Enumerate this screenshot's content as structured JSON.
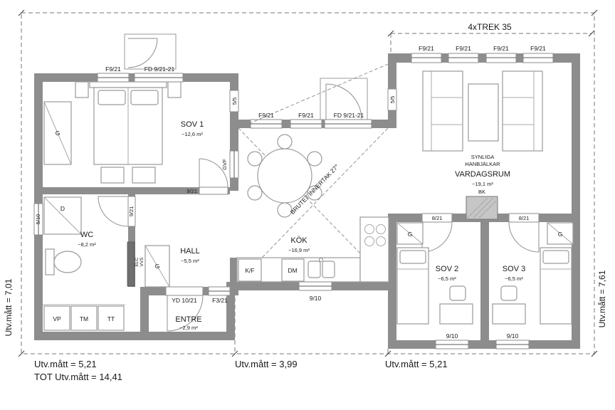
{
  "dims": {
    "top_trek": "4xTREK 35",
    "left": "Utv.mått = 7,01",
    "right": "Utv.mått = 7,61",
    "bottom_left": "Utv.mått = 5,21",
    "bottom_total": "TOT Utv.mått = 14,41",
    "bottom_center": "Utv.mått = 3,99",
    "bottom_right": "Utv.mått = 5,21"
  },
  "rooms": {
    "sov1": {
      "name": "SOV 1",
      "area": "~12,6 m²"
    },
    "wc": {
      "name": "WC",
      "area": "~8,2 m²"
    },
    "hall": {
      "name": "HALL",
      "area": "~5,5 m²"
    },
    "kok": {
      "name": "KÖK",
      "area": "~16,9 m²"
    },
    "vardagsrum": {
      "name": "VARDAGSRUM",
      "area": "~19,1 m²",
      "note1": "SYNLIGA",
      "note2": "HANBJÄLKAR"
    },
    "sov2": {
      "name": "SOV 2",
      "area": "~6,5 m²"
    },
    "sov3": {
      "name": "SOV 3",
      "area": "~6,5 m²"
    },
    "entre": {
      "name": "ENTRE",
      "area": "~2,9 m²"
    }
  },
  "windows": {
    "left_top": [
      "F9/21",
      "FD 9/21-21"
    ],
    "center_top": [
      "F9/21",
      "F9/21",
      "FD 9/21-21"
    ],
    "right_top": [
      "F9/21",
      "F9/21",
      "F9/21",
      "F9/21"
    ],
    "left_side": "5/10",
    "sov1_gvf": "GVF",
    "kitchen_bottom": "9/10",
    "sov2_bottom": "9/10",
    "sov3_bottom": "9/10",
    "entre_window": "F3/21",
    "entry_door": "YD 10/21"
  },
  "doors": {
    "sov1": "9/21",
    "wc": "9/21",
    "sov2": "8/21",
    "sov3": "8/21"
  },
  "marks": {
    "left_55": "5/5",
    "right_55": "5/5",
    "ceiling": "BRUTET INNERTAK 27°",
    "bk": "BK"
  },
  "fixtures": {
    "wardrobe": "G",
    "shower": "D",
    "fridge": "K/F",
    "dishwasher": "DM",
    "vp": "VP",
    "tm": "TM",
    "tt": "TT",
    "elc": "ELC",
    "vvs": "VVS"
  },
  "colors": {
    "wall": "#8d8d8d",
    "furniture_line": "#9a9a9a",
    "dashed_line": "#777777",
    "text": "#1a1a1a",
    "background": "#ffffff"
  }
}
